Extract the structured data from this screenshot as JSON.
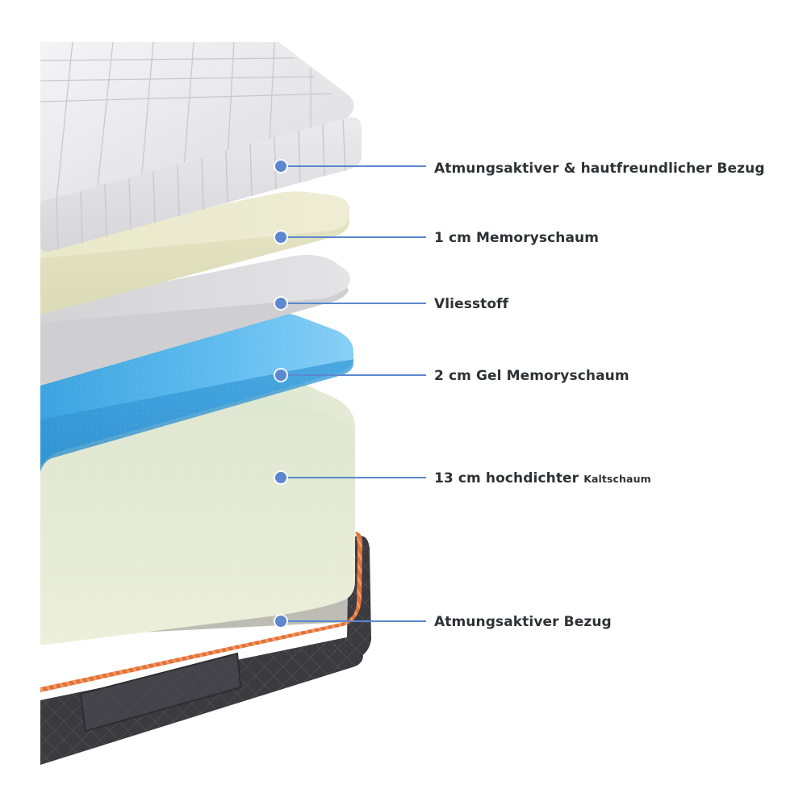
{
  "colors": {
    "marker": "#5b88cf",
    "marker_line": "#5b88cf",
    "label_text": "#2f3136",
    "cover_top": "#ececee",
    "memory_foam": "#ebeacb",
    "fleece": "#dcdcde",
    "gel_foam": "#4fb0e6",
    "cold_foam": "#e4ead2",
    "base_cover": "#3b3b40",
    "zipper_trim": "#e2713a"
  },
  "layers": [
    {
      "id": "cover",
      "label": "Atmungsaktiver & hautfreundlicher Bezug",
      "label_small": ""
    },
    {
      "id": "memory-foam",
      "label": "1 cm Memoryschaum",
      "label_small": ""
    },
    {
      "id": "fleece",
      "label": "Vliesstoff",
      "label_small": ""
    },
    {
      "id": "gel-memory-foam",
      "label": "2 cm Gel Memoryschaum",
      "label_small": ""
    },
    {
      "id": "cold-foam",
      "label": "13 cm hochdichter",
      "label_small": "Kaltschaum"
    },
    {
      "id": "base-cover",
      "label": "Atmungsaktiver Bezug",
      "label_small": ""
    }
  ]
}
